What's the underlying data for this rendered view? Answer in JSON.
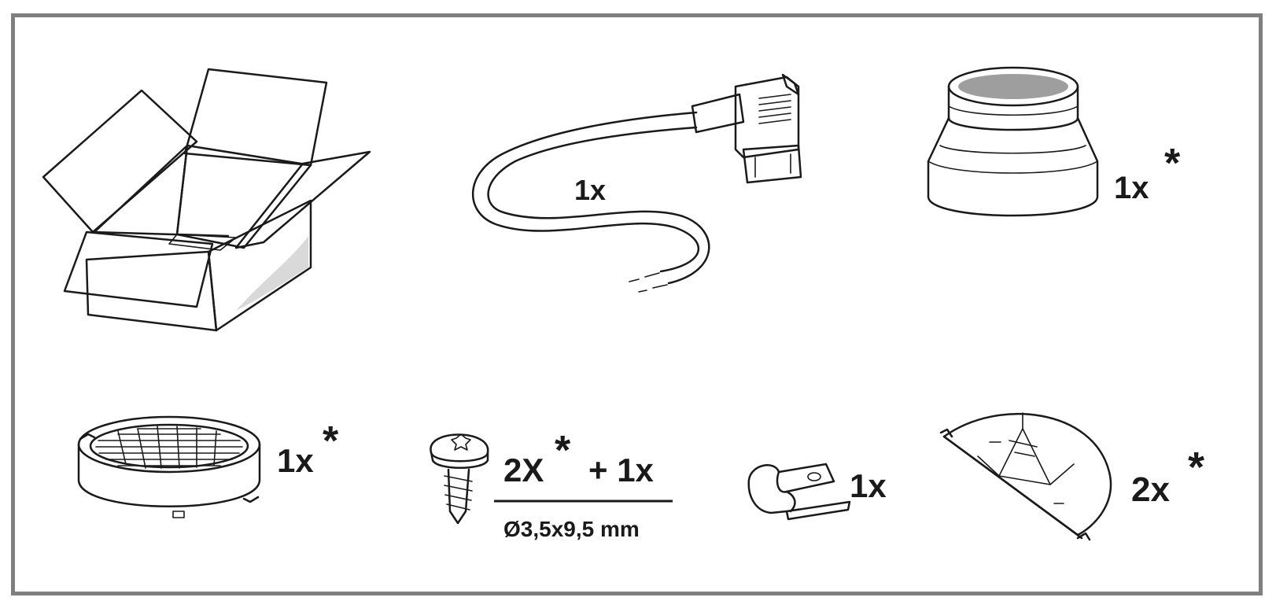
{
  "items": {
    "box": {
      "icon": "open-box-icon"
    },
    "cable": {
      "icon": "power-cable-icon",
      "qty": "1x"
    },
    "reducer": {
      "icon": "duct-reducer-icon",
      "qty": "1x",
      "mark": "*"
    },
    "grille": {
      "icon": "round-grille-icon",
      "qty": "1x",
      "mark": "*"
    },
    "screw": {
      "icon": "screw-icon",
      "qty": "2X",
      "mark": "*",
      "plus": "+ 1x",
      "spec": "Ø3,5x9,5 mm"
    },
    "clip": {
      "icon": "cable-clip-icon",
      "qty": "1x"
    },
    "flap": {
      "icon": "backflow-flap-icon",
      "qty": "2x",
      "mark": "*"
    }
  }
}
